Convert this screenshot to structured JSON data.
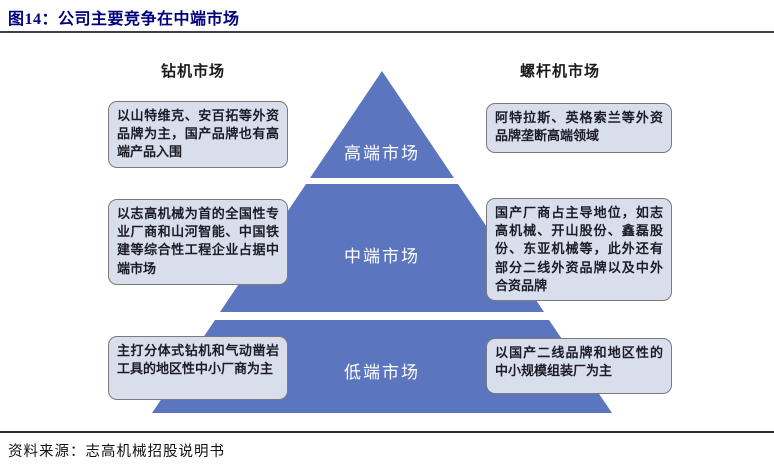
{
  "header": {
    "title": "图14：公司主要竞争在中端市场"
  },
  "columns": {
    "left_header": "钻机市场",
    "right_header": "螺杆机市场"
  },
  "pyramid": {
    "tiers": [
      {
        "label": "高端市场"
      },
      {
        "label": "中端市场"
      },
      {
        "label": "低端市场"
      }
    ]
  },
  "left_notes": [
    "以山特维克、安百拓等外资品牌为主，国产品牌也有高端产品入围",
    "以志高机械为首的全国性专业厂商和山河智能、中国铁建等综合性工程企业占据中端市场",
    "主打分体式钻机和气动凿岩工具的地区性中小厂商为主"
  ],
  "right_notes": [
    "阿特拉斯、英格索兰等外资品牌垄断高端领域",
    "国产厂商占主导地位，如志高机械、开山股份、鑫磊股份、东亚机械等，此外还有部分二线外资品牌以及中外合资品牌",
    "以国产二线品牌和地区性的中小规模组装厂为主"
  ],
  "source": "资料来源：志高机械招股说明书",
  "colors": {
    "title": "#00007E",
    "pyramid_fill": "#5B75BE",
    "tier_label": "#FFFFFF",
    "note_fill": "#D9DEED",
    "note_border": "#7A7A7A"
  }
}
